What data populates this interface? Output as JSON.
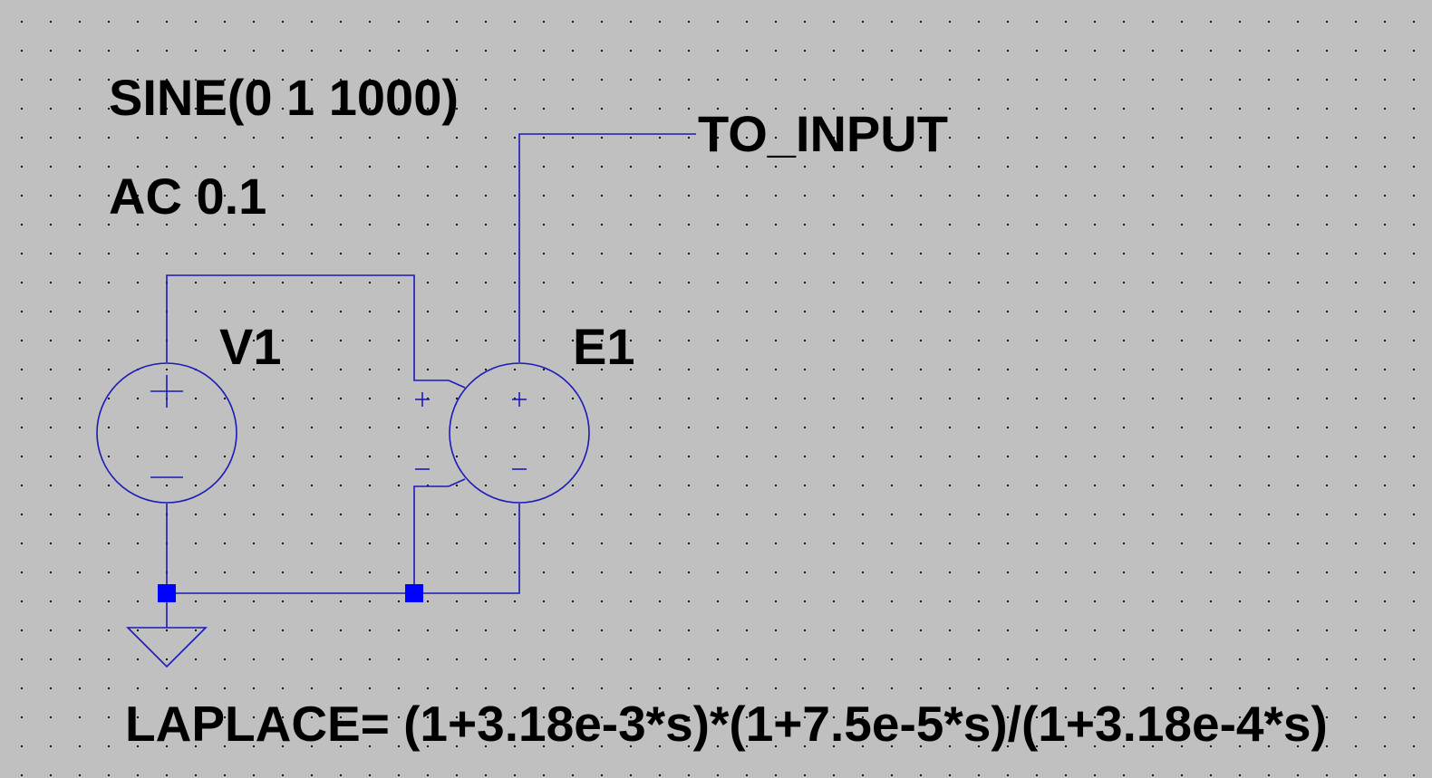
{
  "schematic": {
    "wire_color": "#1a1ab8",
    "junction_color": "#0000ff",
    "background_color": "#c0c0c0",
    "grid": true,
    "v1": {
      "source_directive": "SINE(0 1 1000)",
      "ac_directive": "AC 0.1",
      "name": "V1"
    },
    "e1": {
      "name": "E1",
      "expression": "LAPLACE= (1+3.18e-3*s)*(1+7.5e-5*s)/(1+3.18e-4*s)"
    },
    "net_label": "TO_INPUT",
    "ground_symbol": "ground-icon"
  }
}
